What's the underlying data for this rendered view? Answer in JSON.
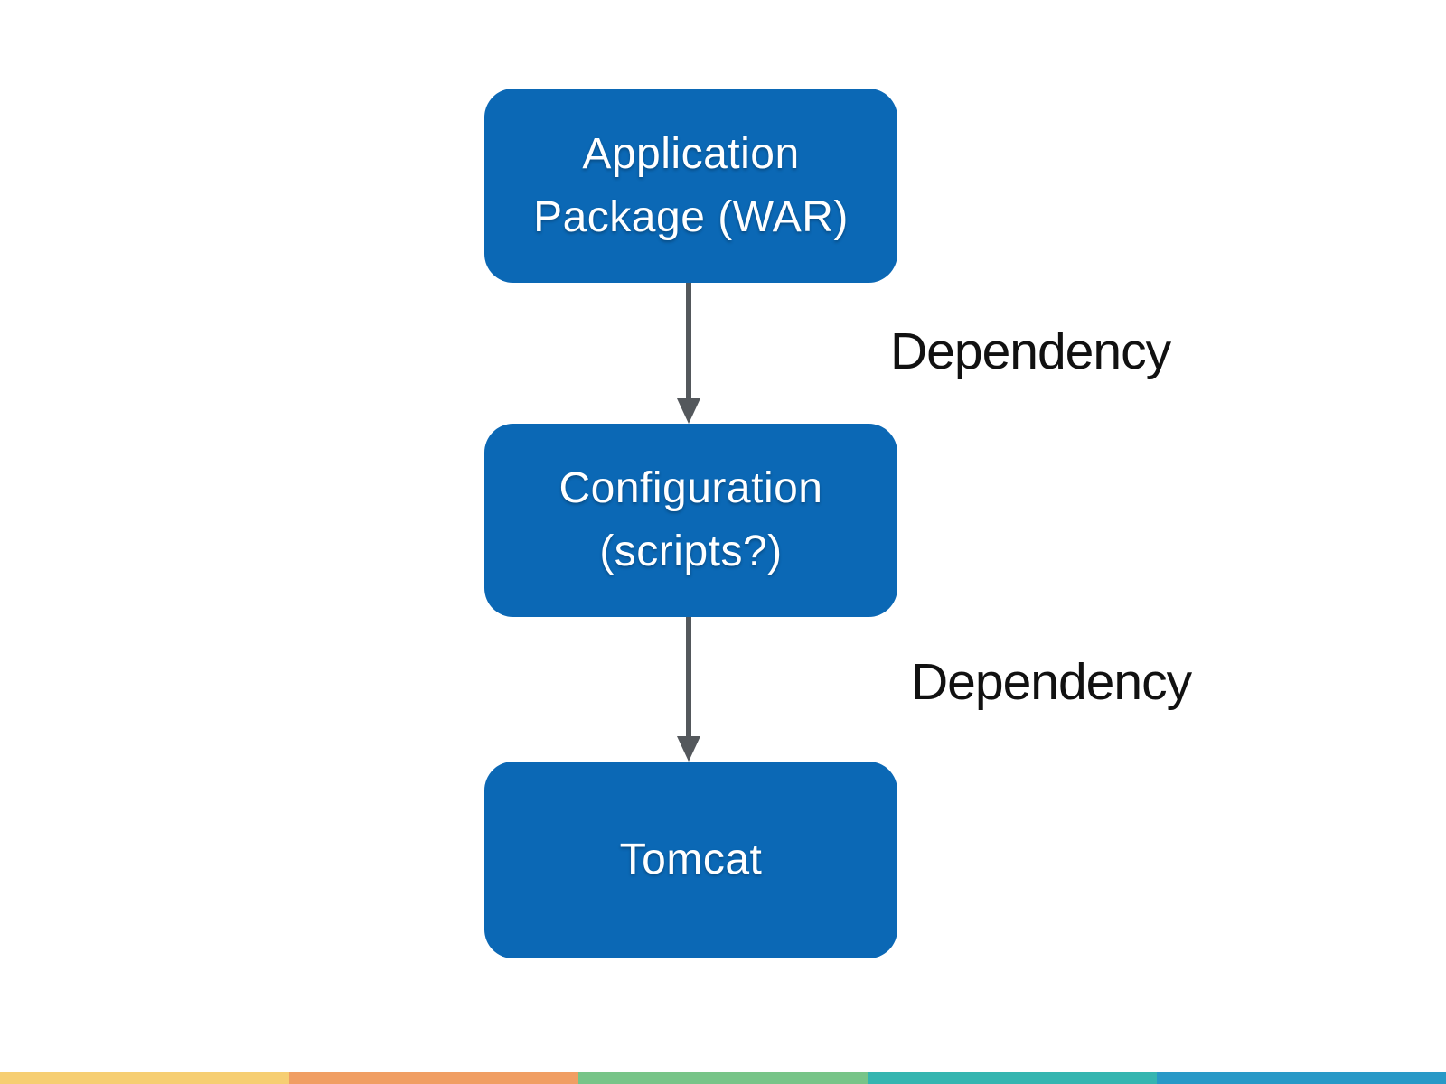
{
  "diagram": {
    "nodes": [
      {
        "id": "application-package",
        "label": "Application Package (WAR)",
        "lines": [
          "Application",
          "Package (WAR)"
        ]
      },
      {
        "id": "configuration",
        "label": "Configuration (scripts?)",
        "lines": [
          "Configuration",
          "(scripts?)"
        ]
      },
      {
        "id": "tomcat",
        "label": "Tomcat",
        "lines": [
          "Tomcat"
        ]
      }
    ],
    "edges": [
      {
        "from": "application-package",
        "to": "configuration",
        "label": "Dependency"
      },
      {
        "from": "configuration",
        "to": "tomcat",
        "label": "Dependency"
      }
    ]
  },
  "colors": {
    "background": "#ffffff",
    "node_fill": "#0b68b5",
    "node_text": "#ffffff",
    "arrow": "#54585c",
    "label_text": "#111111"
  },
  "footer_stripe": {
    "colors": [
      "#f6ce72",
      "#f09e63",
      "#77c488",
      "#35b5b0",
      "#2899c7"
    ]
  }
}
